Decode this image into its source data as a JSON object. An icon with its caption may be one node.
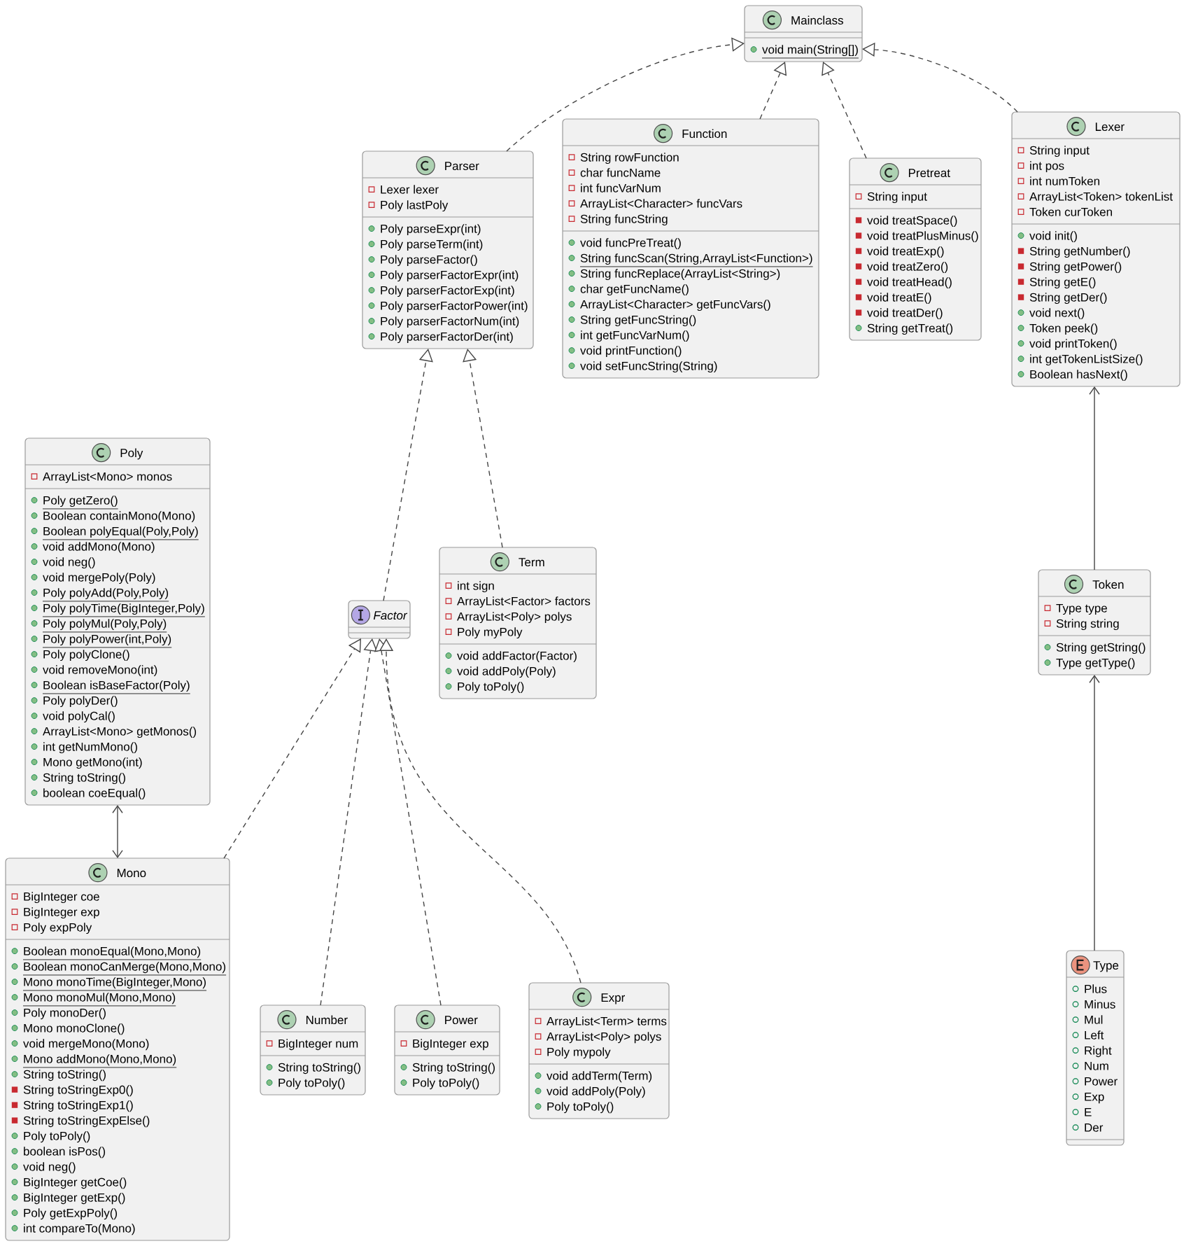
{
  "diagram": {
    "nodes": [
      {
        "text": [
          "Mainclass",
          "void main(String[])"
        ]
      },
      {
        "text": [
          "Parser",
          "Lexer lexer",
          "Poly lastPoly",
          "Poly parseExpr(int)",
          "Poly parseTerm(int)",
          "Poly parseFactor()",
          "Poly parserFactorExpr(int)",
          "Poly parserFactorExp(int)",
          "Poly parserFactorPower(int)",
          "Poly parserFactorNum(int)",
          "Poly parserFactorDer(int)"
        ]
      },
      {
        "text": [
          "Function",
          "String rowFunction",
          "char funcName",
          "int funcVarNum",
          "ArrayList<Character> funcVars",
          "String funcString",
          "void funcPreTreat()",
          "String funcScan(String,ArrayList<Function>)",
          "String funcReplace(ArrayList<String>)",
          "char getFuncName()",
          "ArrayList<Character> getFuncVars()",
          "String getFuncString()",
          "int getFuncVarNum()",
          "void printFunction()",
          "void setFuncString(String)"
        ]
      },
      {
        "text": [
          "Pretreat",
          "String input",
          "void treatSpace()",
          "void treatPlusMinus()",
          "void treatExp()",
          "void treatZero()",
          "void treatHead()",
          "void treatE()",
          "void treatDer()",
          "String getTreat()"
        ]
      },
      {
        "text": [
          "Lexer",
          "String input",
          "int pos",
          "int numToken",
          "ArrayList<Token> tokenList",
          "Token curToken",
          "void init()",
          "String getNumber()",
          "String getPower()",
          "String getE()",
          "String getDer()",
          "void next()",
          "Token peek()",
          "void printToken()",
          "int getTokenListSize()",
          "Boolean hasNext()"
        ]
      },
      {
        "text": [
          "Poly",
          "ArrayList<Mono> monos",
          "Poly getZero()",
          "Boolean containMono(Mono)",
          "Boolean polyEqual(Poly,Poly)",
          "void addMono(Mono)",
          "void neg()",
          "void mergePoly(Poly)",
          "Poly polyAdd(Poly,Poly)",
          "Poly polyTime(BigInteger,Poly)",
          "Poly polyMul(Poly,Poly)",
          "Poly polyPower(int,Poly)",
          "Poly polyClone()",
          "void removeMono(int)",
          "Boolean isBaseFactor(Poly)",
          "Poly polyDer()",
          "void polyCal()",
          "ArrayList<Mono> getMonos()",
          "int getNumMono()",
          "Mono getMono(int)",
          "String toString()",
          "boolean coeEqual()"
        ]
      },
      {
        "text": [
          "Factor"
        ]
      },
      {
        "text": [
          "Term",
          "int sign",
          "ArrayList<Factor> factors",
          "ArrayList<Poly> polys",
          "Poly myPoly",
          "void addFactor(Factor)",
          "void addPoly(Poly)",
          "Poly toPoly()"
        ]
      },
      {
        "text": [
          "Token",
          "Type type",
          "String string",
          "String getString()",
          "Type getType()"
        ]
      },
      {
        "text": [
          "Mono",
          "BigInteger coe",
          "BigInteger exp",
          "Poly expPoly",
          "Boolean monoEqual(Mono,Mono)",
          "Boolean monoCanMerge(Mono,Mono)",
          "Mono monoTime(BigInteger,Mono)",
          "Mono monoMul(Mono,Mono)",
          "Poly monoDer()",
          "Mono monoClone()",
          "void mergeMono(Mono)",
          "Mono addMono(Mono,Mono)",
          "String toString()",
          "String toStringExp0()",
          "String toStringExp1()",
          "String toStringExpElse()",
          "Poly toPoly()",
          "boolean isPos()",
          "void neg()",
          "BigInteger getCoe()",
          "BigInteger getExp()",
          "Poly getExpPoly()",
          "int compareTo(Mono)"
        ]
      },
      {
        "text": [
          "Type",
          "Plus",
          "Minus",
          "Mul",
          "Left",
          "Right",
          "Num",
          "Power",
          "Exp",
          "E",
          "Der"
        ]
      },
      {
        "text": [
          "Number",
          "BigInteger num",
          "String toString()",
          "Poly toPoly()"
        ]
      },
      {
        "text": [
          "Power",
          "BigInteger exp",
          "String toString()",
          "Poly toPoly()"
        ]
      },
      {
        "text": [
          "Expr",
          "ArrayList<Term> terms",
          "ArrayList<Poly> polys",
          "Poly mypoly",
          "void addTerm(Term)",
          "void addPoly(Poly)",
          "Poly toPoly()"
        ]
      }
    ],
    "edges": [
      {
        "from": 1,
        "to": 0,
        "arrow": "to",
        "style": "dashed"
      },
      {
        "from": 2,
        "to": 0,
        "arrow": "to",
        "style": "dashed"
      },
      {
        "from": 3,
        "to": 0,
        "arrow": "to",
        "style": "dashed"
      },
      {
        "from": 4,
        "to": 0,
        "arrow": "to",
        "style": "dashed"
      },
      {
        "from": 6,
        "to": 1,
        "arrow": "to",
        "style": "dashed"
      },
      {
        "from": 7,
        "to": 1,
        "arrow": "to",
        "style": "dashed"
      },
      {
        "from": 9,
        "to": 6,
        "arrow": "to",
        "style": "dashed"
      },
      {
        "from": 11,
        "to": 6,
        "arrow": "to",
        "style": "dashed"
      },
      {
        "from": 12,
        "to": 6,
        "arrow": "to",
        "style": "dashed"
      },
      {
        "from": 13,
        "to": 6,
        "arrow": "to",
        "style": "dashed"
      },
      {
        "from": 5,
        "to": 9,
        "arrow": "both"
      },
      {
        "from": 8,
        "to": 4,
        "arrow": "to"
      },
      {
        "from": 10,
        "to": 8,
        "arrow": "to"
      }
    ]
  }
}
